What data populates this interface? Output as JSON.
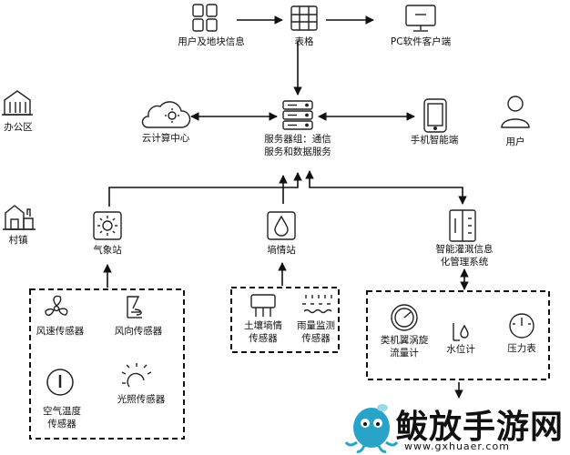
{
  "nodes": {
    "user_land_info": "用户及地块信息",
    "table": "表格",
    "pc_client": "PC软件客户端",
    "office": "办公区",
    "cloud": "云计算中心",
    "server_line1": "服务器组：通信",
    "server_line2": "服务和数据服务",
    "mobile": "手机智能端",
    "user": "用户",
    "village": "村镇",
    "weather_station": "气象站",
    "soil_station": "墒情站",
    "irrigation_line1": "智能灌溉信息",
    "irrigation_line2": "化管理系统"
  },
  "sensors": {
    "wind_speed": "风速传感器",
    "wind_dir": "风向传感器",
    "air_temp_line1": "空气温度",
    "air_temp_line2": "传感器",
    "light": "光照传感器",
    "soil_line1": "土壤墒情",
    "soil_line2": "传感器",
    "rain_line1": "雨量监测",
    "rain_line2": "传感器"
  },
  "devices": {
    "flow_line1": "类机翼涡旋",
    "flow_line2": "流量计",
    "water_level": "水位计",
    "pressure": "压力表"
  },
  "watermark": {
    "text": "鲅放手游网",
    "url": "www.gxhuaer.com"
  }
}
